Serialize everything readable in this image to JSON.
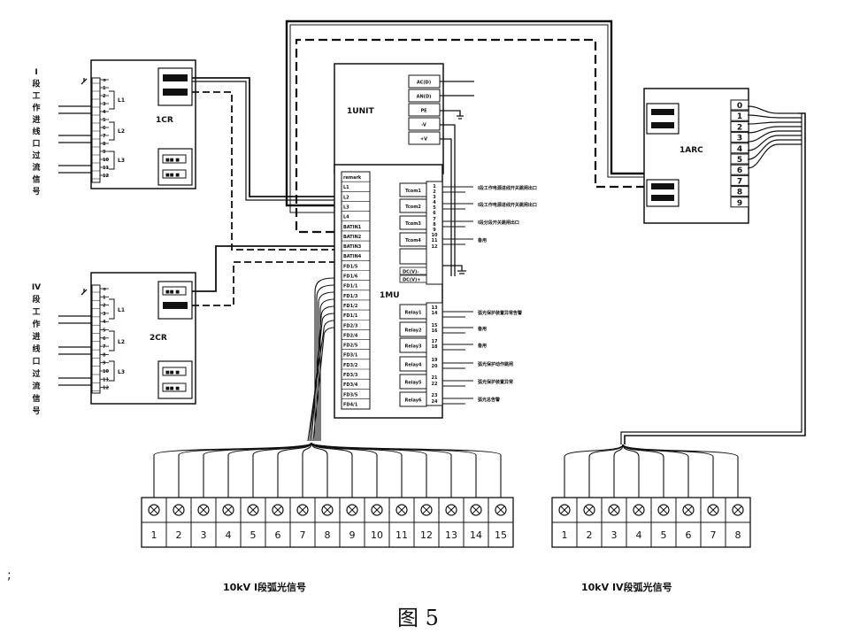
{
  "figure": {
    "caption": "图 5",
    "stray_mark": ";",
    "title_group1": "10kV I段弧光信号",
    "title_group2": "10kV IV段弧光信号"
  },
  "cr1": {
    "name": "1CR",
    "vertical_label": [
      "I",
      "段",
      "工",
      "作",
      "进",
      "线",
      "口",
      "过",
      "流",
      "信",
      "号"
    ],
    "groups": [
      "L1",
      "L2",
      "L3"
    ],
    "pin_marks": [
      "⊕",
      "1",
      "2",
      "3",
      "4",
      "5",
      "6",
      "7",
      "8",
      "9",
      "10",
      "11",
      "12"
    ],
    "port_texts": [
      "",
      "",
      "■■ ■",
      "■■ ■"
    ]
  },
  "cr2": {
    "name": "2CR",
    "vertical_label": [
      "IV",
      "段",
      "工",
      "作",
      "进",
      "线",
      "口",
      "过",
      "流",
      "信",
      "号"
    ],
    "groups": [
      "L1",
      "L2",
      "L3"
    ],
    "pin_marks": [
      "⊕",
      "1",
      "2",
      "3",
      "4",
      "5",
      "6",
      "7",
      "8",
      "9",
      "10",
      "11",
      "12"
    ],
    "port_texts": [
      "■■ ■",
      "",
      "■■ ■",
      "■■ ■"
    ]
  },
  "unit": {
    "name": "1UNIT",
    "rows": [
      "AC(D)",
      "AN(D)",
      "PE",
      "-V",
      "+V"
    ]
  },
  "mu": {
    "name": "1MU",
    "left_labels": [
      "remark",
      "L1",
      "L2",
      "L3",
      "L4",
      "BATIN1",
      "BATIN2",
      "BATIN3",
      "BATIN4",
      "FD1/5",
      "FD1/6",
      "FD1/1",
      "FD1/3",
      "FD1/2",
      "FD1/1",
      "FD2/3",
      "FD2/4",
      "FD2/5",
      "FD3/1",
      "FD3/2",
      "FD3/3",
      "FD3/4",
      "FD3/5",
      "FD4/1"
    ],
    "tcom": [
      "Tcom1",
      "Tcom2",
      "Tcom3",
      "Tcom4"
    ],
    "relays": [
      "Relay1",
      "Relay2",
      "Relay3",
      "Relay4",
      "Relay5",
      "Relay6"
    ],
    "right_pins": [
      "1",
      "2",
      "3",
      "4",
      "5",
      "6",
      "7",
      "8",
      "9",
      "10",
      "11",
      "12",
      "13",
      "14",
      "15",
      "16",
      "17",
      "18",
      "19",
      "20",
      "21",
      "22",
      "23",
      "24"
    ],
    "power_pins": [
      "DC(V)-",
      "DC(V)+"
    ],
    "signal_texts": [
      "I段工作电源进线开关跳闸出口",
      "I段工作电源进线开关跳闸出口",
      "I段分段开关跳闸出口",
      "备用",
      "弧光保护装置异常告警",
      "备用",
      "备用",
      "弧光保护动作跳闸",
      "弧光保护装置异常",
      "弧光总告警"
    ]
  },
  "arc": {
    "name": "1ARC",
    "ports": [
      "0",
      "1",
      "2",
      "3",
      "4",
      "5",
      "6",
      "7",
      "8",
      "9"
    ]
  },
  "terminals_1": {
    "numbers": [
      "1",
      "2",
      "3",
      "4",
      "5",
      "6",
      "7",
      "8",
      "9",
      "10",
      "11",
      "12",
      "13",
      "14",
      "15"
    ]
  },
  "terminals_2": {
    "numbers": [
      "1",
      "2",
      "3",
      "4",
      "5",
      "6",
      "7",
      "8"
    ]
  }
}
